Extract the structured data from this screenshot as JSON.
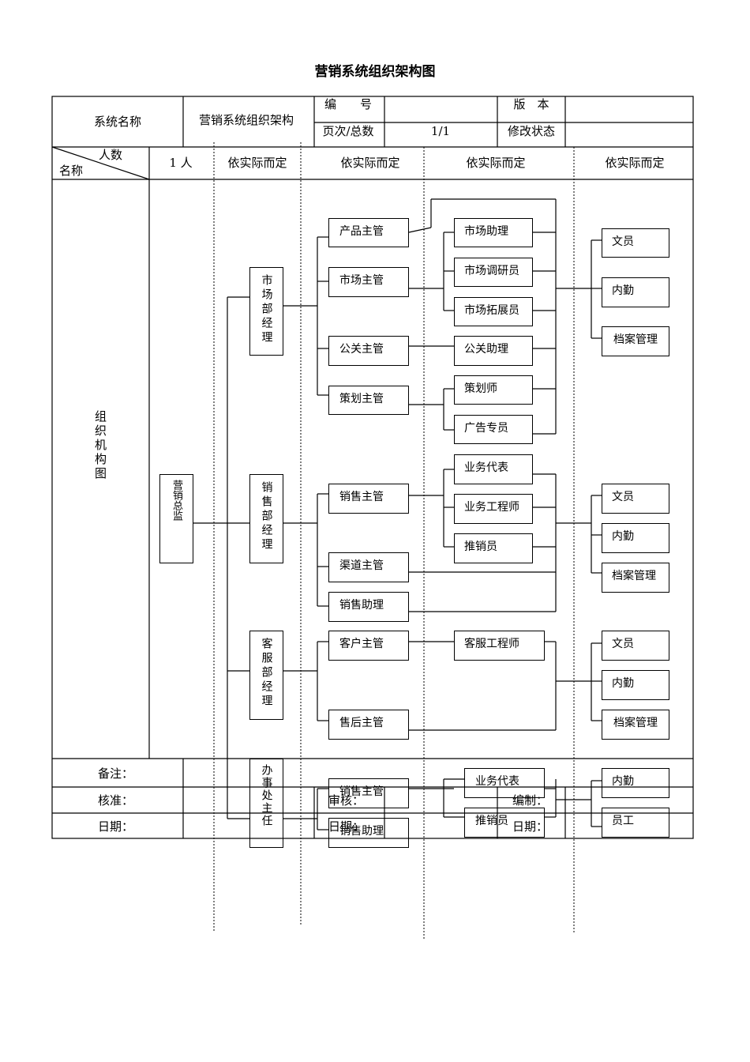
{
  "title": "营销系统组织架构图",
  "header": {
    "system_name_label": "系统名称",
    "system_name_value": "营销系统组织架构",
    "number_label": "编　　号",
    "page_label": "页次/总数",
    "page_value": "1/1",
    "version_label": "版　本",
    "status_label": "修改状态"
  },
  "columns": {
    "people_label": "人数",
    "name_label": "名称",
    "col1": "1 人",
    "col2": "依实际而定",
    "col3": "依实际而定",
    "col4": "依实际而定",
    "col5": "依实际而定"
  },
  "side_label": "组织机构图",
  "nodes": {
    "director": "营销总监",
    "market_mgr": "市场部经理",
    "sales_mgr": "销售部经理",
    "service_mgr": "客服部经理",
    "office_mgr": "办事处主任",
    "product_sup": "产品主管",
    "market_sup": "市场主管",
    "pr_sup": "公关主管",
    "plan_sup": "策划主管",
    "sales_sup": "销售主管",
    "channel_sup": "渠道主管",
    "sales_asst": "销售助理",
    "customer_sup": "客户主管",
    "after_sup": "售后主管",
    "office_sales_sup": "销售主管",
    "office_sales_asst": "销售助理",
    "market_asst": "市场助理",
    "market_researcher": "市场调研员",
    "market_developer": "市场拓展员",
    "pr_asst": "公关助理",
    "planner": "策划师",
    "ad_specialist": "广告专员",
    "sales_rep": "业务代表",
    "sales_engineer": "业务工程师",
    "promoter": "推销员",
    "service_engineer": "客服工程师",
    "office_sales_rep": "业务代表",
    "office_promoter": "推销员",
    "clerk1": "文员",
    "internal1": "内勤",
    "archive1": "档案管理",
    "clerk2": "文员",
    "internal2": "内勤",
    "archive2": "档案管理",
    "clerk3": "文员",
    "internal3": "内勤",
    "archive3": "档案管理",
    "internal4": "内勤",
    "staff4": "员工"
  },
  "footer": {
    "remark_label": "备注：",
    "approve_label": "核准：",
    "review_label": "审核：",
    "prepare_label": "编制：",
    "date_label1": "日期：",
    "date_label2": "日期：",
    "date_label3": "日期："
  }
}
